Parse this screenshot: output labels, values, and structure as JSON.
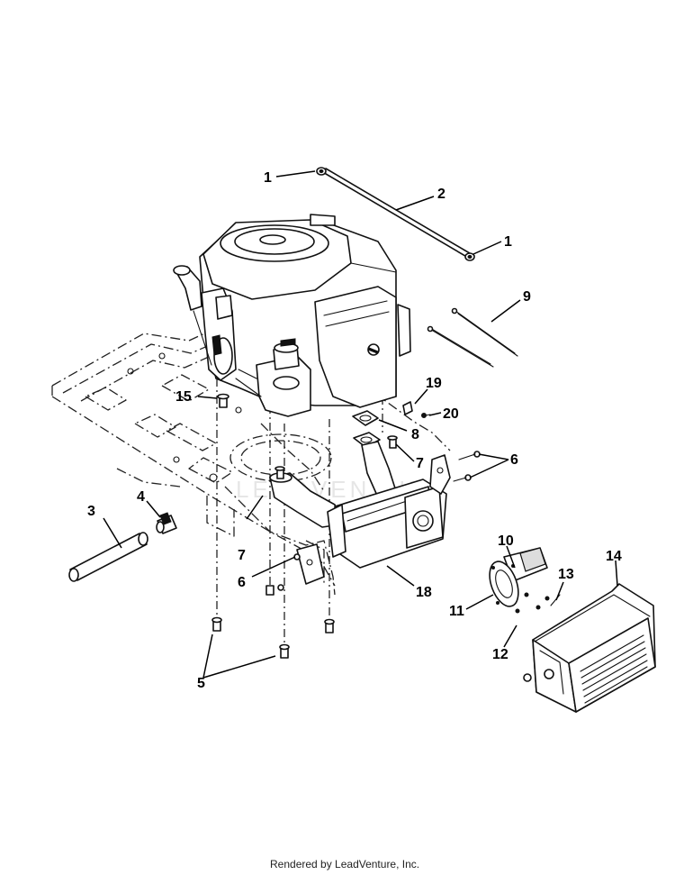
{
  "diagram": {
    "callouts": [
      {
        "id": "c1a",
        "label": "1"
      },
      {
        "id": "c1b",
        "label": "1"
      },
      {
        "id": "c2",
        "label": "2"
      },
      {
        "id": "c3",
        "label": "3"
      },
      {
        "id": "c4",
        "label": "4"
      },
      {
        "id": "c5",
        "label": "5"
      },
      {
        "id": "c6a",
        "label": "6"
      },
      {
        "id": "c6b",
        "label": "6"
      },
      {
        "id": "c7a",
        "label": "7"
      },
      {
        "id": "c7b",
        "label": "7"
      },
      {
        "id": "c8",
        "label": "8"
      },
      {
        "id": "c9",
        "label": "9"
      },
      {
        "id": "c10",
        "label": "10"
      },
      {
        "id": "c11",
        "label": "11"
      },
      {
        "id": "c12",
        "label": "12"
      },
      {
        "id": "c13",
        "label": "13"
      },
      {
        "id": "c14",
        "label": "14"
      },
      {
        "id": "c15",
        "label": "15"
      },
      {
        "id": "c18",
        "label": "18"
      },
      {
        "id": "c19",
        "label": "19"
      },
      {
        "id": "c20",
        "label": "20"
      }
    ],
    "credit": "Rendered by LeadVenture, Inc.",
    "watermark": "LEADVENTURE"
  }
}
